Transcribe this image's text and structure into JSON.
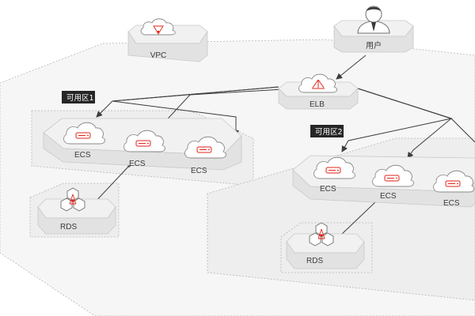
{
  "labels": {
    "vpc": "VPC",
    "user": "用户",
    "elb": "ELB",
    "zone1": "可用区1",
    "zone2": "可用区2",
    "ecs": "ECS",
    "rds": "RDS"
  },
  "colors": {
    "accent": "#e2231a",
    "tag_bg": "#262626",
    "line": "#3d3d3d"
  },
  "icons": {
    "cloud": "cloud-icon",
    "server": "server-icon",
    "database": "database-hexagon-icon",
    "user": "user-icon",
    "load_balancer": "load-balancer-icon",
    "vpc": "vpc-icon"
  }
}
